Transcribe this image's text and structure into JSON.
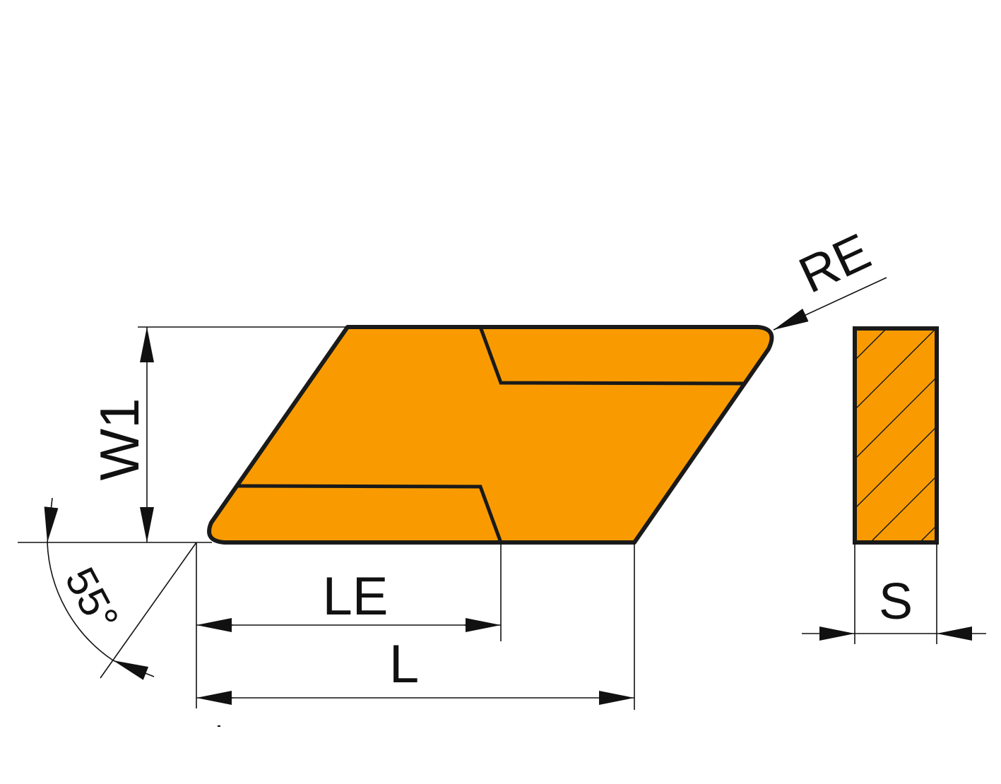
{
  "diagram": {
    "title_labels": {
      "w1": "W1",
      "le": "LE",
      "l": "L",
      "re": "RE",
      "s": "S",
      "angle": "55°"
    },
    "colors": {
      "insert_fill": "#F99B00",
      "outline": "#1a1a1a"
    }
  }
}
